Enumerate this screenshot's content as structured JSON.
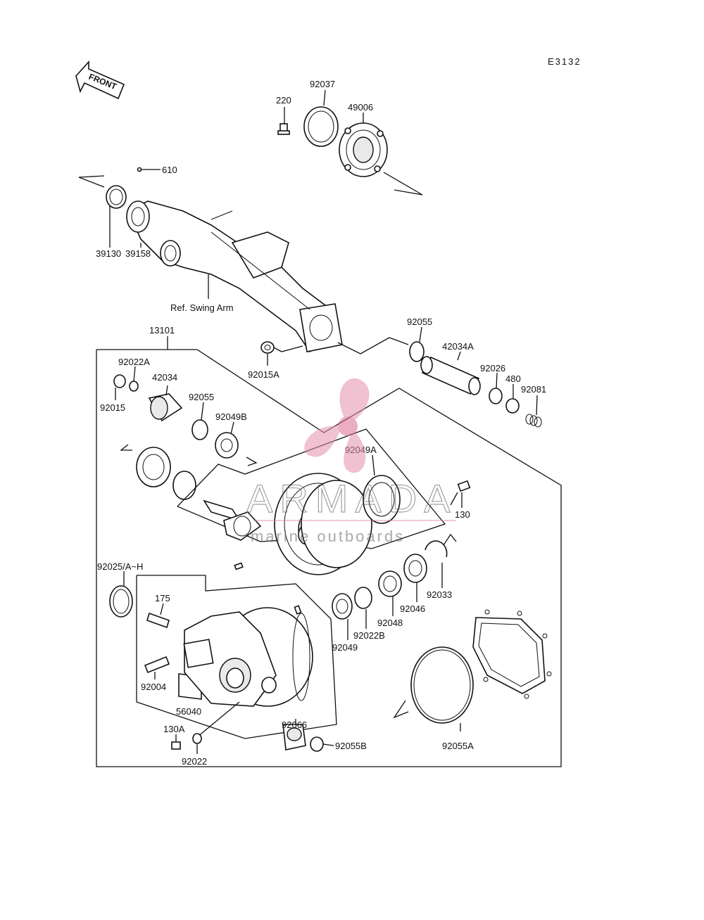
{
  "header": {
    "diagram_code": "E3132",
    "front_arrow": "FRONT"
  },
  "parts": {
    "p220": "220",
    "p92037": "92037",
    "p49006": "49006",
    "p610": "610",
    "p39130": "39130",
    "p39158": "39158",
    "ref_swing_arm": "Ref. Swing Arm",
    "p13101": "13101",
    "p92022A": "92022A",
    "p42034": "42034",
    "p92015": "92015",
    "p92055_a": "92055",
    "p92049B": "92049B",
    "p92015A": "92015A",
    "p92055_b": "92055",
    "p42034A": "42034A",
    "p92026": "92026",
    "p480": "480",
    "p92081": "92081",
    "p92049A": "92049A",
    "p130": "130",
    "p92025": "92025/A~H",
    "p175": "175",
    "p92004": "92004",
    "p56040": "56040",
    "p130A": "130A",
    "p92022": "92022",
    "p92066": "92066",
    "p92055B": "92055B",
    "p92033": "92033",
    "p92046": "92046",
    "p92048": "92048",
    "p92022B": "92022B",
    "p92049": "92049",
    "p92055A": "92055A"
  },
  "watermark": {
    "brand": "ARMADA",
    "tagline": "marine outboards",
    "color": "#e07a9a"
  }
}
